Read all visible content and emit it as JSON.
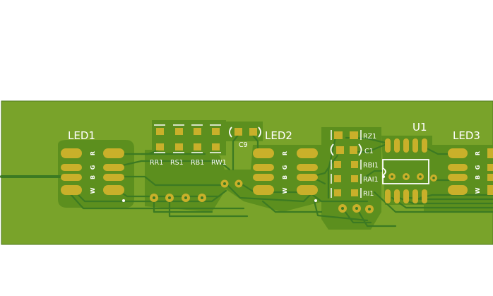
{
  "colors": {
    "background": "#ffffff",
    "board": "#79a32a",
    "copper_fill": "#5c8f1e",
    "trace": "#3c7a22",
    "pad": "#c9b02a",
    "silkscreen": "#ffffff"
  },
  "labels": {
    "led1": "LED1",
    "led2": "LED2",
    "led3": "LED3",
    "u1": "U1",
    "c9": "C9",
    "rr1": "RR1",
    "rs1": "RS1",
    "rb1": "RB1",
    "rw1": "RW1",
    "rz1": "RZ1",
    "c1": "C1",
    "rbi1": "RBI1",
    "rai1": "RAI1",
    "ri1": "RI1"
  },
  "led_pin_letters": [
    "R",
    "G",
    "B",
    "W"
  ]
}
